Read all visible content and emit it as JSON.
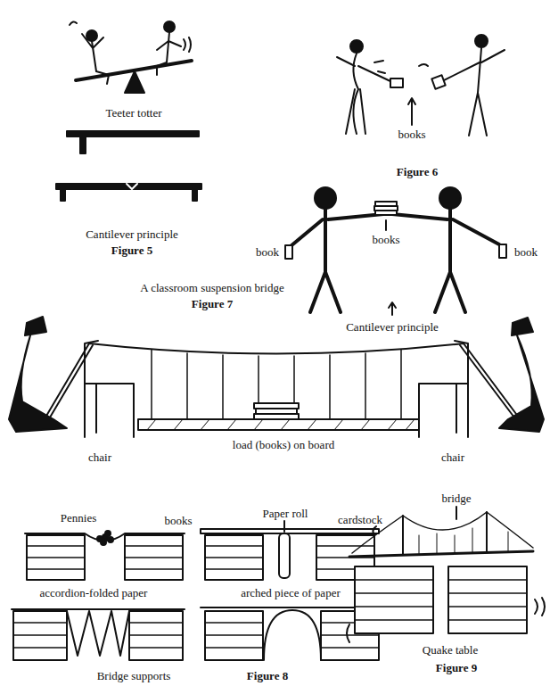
{
  "diagram": {
    "labels": [
      "Teeter totter",
      "Cantilever principle",
      "Figure 5",
      "books",
      "Figure 6",
      "book",
      "books",
      "book",
      "Cantilever principle",
      "A classroom suspension bridge",
      "Figure 7",
      "load (books) on board",
      "chair",
      "chair",
      "Pennies",
      "books",
      "Paper roll",
      "cardstock",
      "accordion-folded paper",
      "arched piece of paper",
      "Bridge supports",
      "Figure 8",
      "bridge",
      "Quake table",
      "Figure 9"
    ]
  }
}
